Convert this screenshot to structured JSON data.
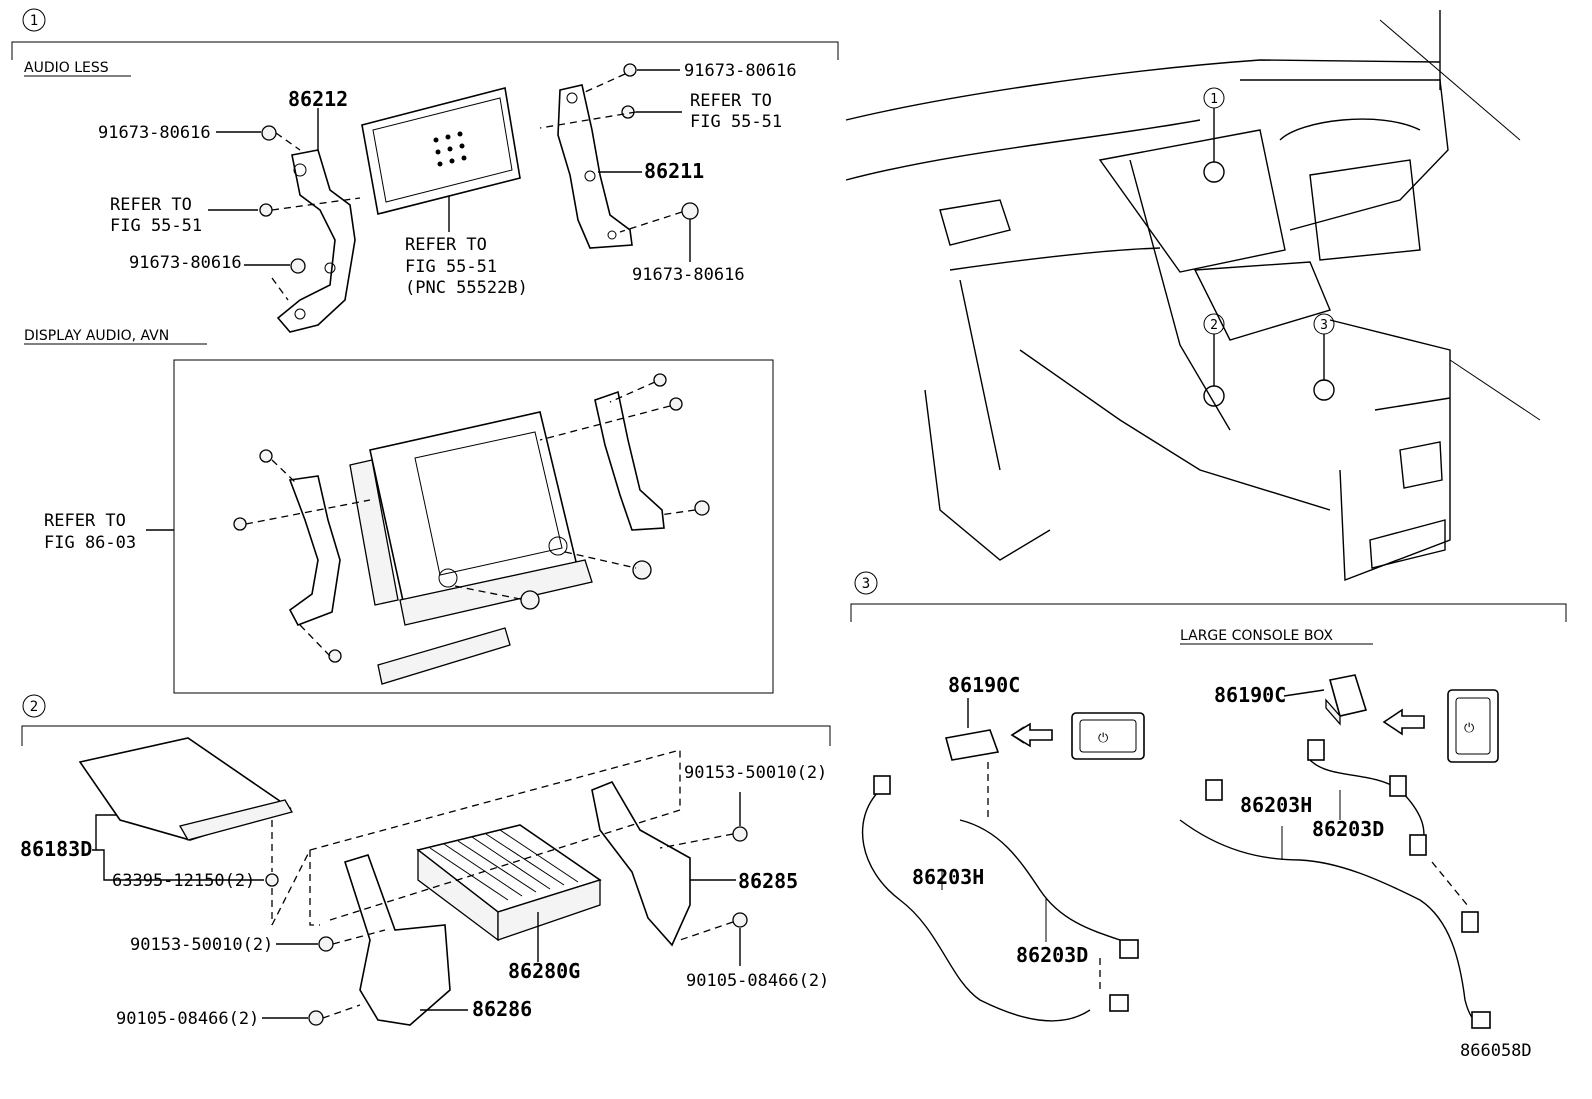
{
  "diagram_id": "866058D",
  "callouts": {
    "one": "1",
    "two": "2",
    "three": "3"
  },
  "section1": {
    "audio_less_title": "AUDIO LESS",
    "display_audio_title": "DISPLAY AUDIO, AVN",
    "labels": {
      "p86212": "86212",
      "p86211": "86211",
      "bolt_tl": "91673-80616",
      "bolt_ml": "91673-80616",
      "bolt_tr": "91673-80616",
      "bolt_br": "91673-80616",
      "refer_left_1": "REFER TO",
      "refer_left_2": "FIG 55-51",
      "refer_center_1": "REFER TO",
      "refer_center_2": "FIG 55-51",
      "refer_center_3": "(PNC 55522B)",
      "refer_right_1": "REFER TO",
      "refer_right_2": "FIG 55-51",
      "refer_avn_1": "REFER TO",
      "refer_avn_2": "FIG 86-03"
    }
  },
  "section2": {
    "labels": {
      "p86183D": "86183D",
      "clip": "63395-12150(2)",
      "bolt_a": "90153-50010(2)",
      "bolt_b": "90105-08466(2)",
      "bolt_c": "90153-50010(2)",
      "bolt_d": "90105-08466(2)",
      "p86280G": "86280G",
      "p86285": "86285",
      "p86286": "86286"
    }
  },
  "section3": {
    "title": "LARGE CONSOLE BOX",
    "labels": {
      "p86190C_a": "86190C",
      "p86190C_b": "86190C",
      "p86203H_a": "86203H",
      "p86203D_a": "86203D",
      "p86203H_b": "86203H",
      "p86203D_b": "86203D"
    }
  }
}
